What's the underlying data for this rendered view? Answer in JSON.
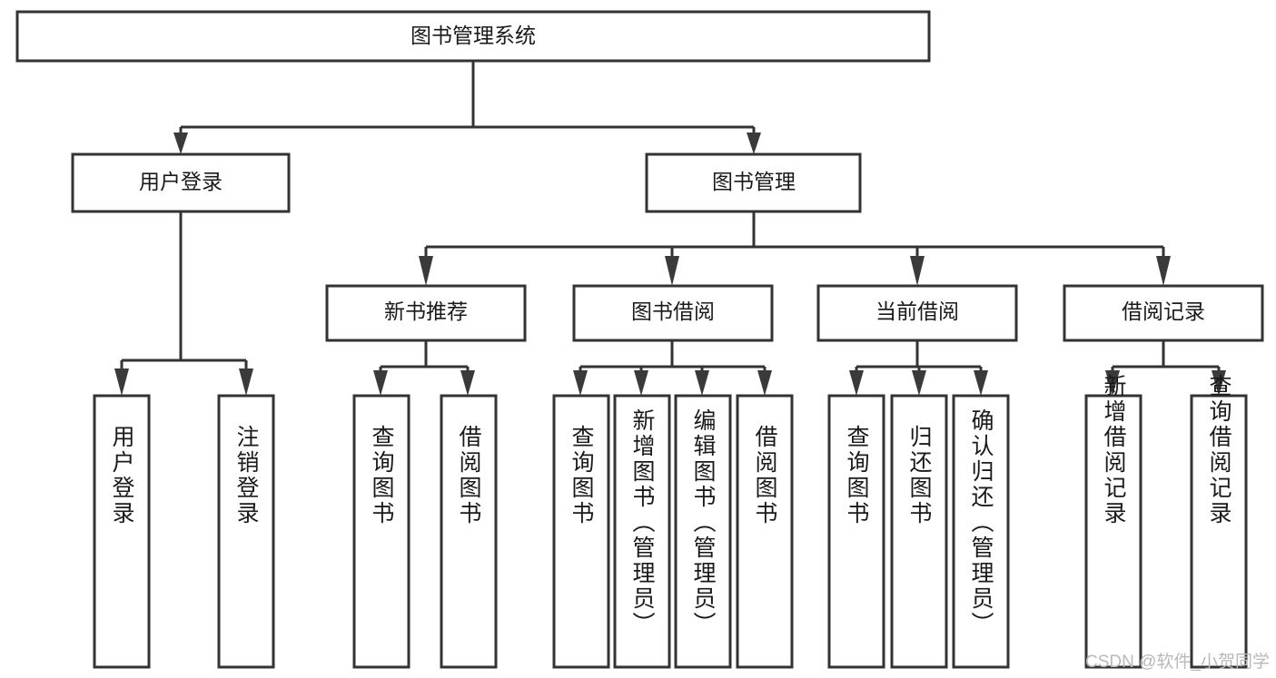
{
  "diagram": {
    "type": "tree-hierarchy-chart",
    "orientation": "top-down",
    "title": "图书管理系统",
    "nodes": {
      "root": {
        "label": "图书管理系统",
        "level": 1,
        "text_direction": "horizontal"
      },
      "l2": [
        {
          "id": "user-login",
          "label": "用户登录",
          "level": 2,
          "text_direction": "horizontal"
        },
        {
          "id": "book-management",
          "label": "图书管理",
          "level": 2,
          "text_direction": "horizontal"
        }
      ],
      "l3": [
        {
          "id": "new-book-recommend",
          "label": "新书推荐",
          "level": 3,
          "text_direction": "horizontal"
        },
        {
          "id": "book-borrow",
          "label": "图书借阅",
          "level": 3,
          "text_direction": "horizontal"
        },
        {
          "id": "current-borrow",
          "label": "当前借阅",
          "level": 3,
          "text_direction": "horizontal"
        },
        {
          "id": "borrow-record",
          "label": "借阅记录",
          "level": 3,
          "text_direction": "horizontal"
        }
      ],
      "leaves": {
        "user-login": [
          {
            "id": "leaf-user-login",
            "label": "用户登录"
          },
          {
            "id": "leaf-logout-login",
            "label": "注销登录"
          }
        ],
        "new-book-recommend": [
          {
            "id": "leaf-query-book-1",
            "label": "查询图书"
          },
          {
            "id": "leaf-borrow-book-1",
            "label": "借阅图书"
          }
        ],
        "book-borrow": [
          {
            "id": "leaf-query-book-2",
            "label": "查询图书"
          },
          {
            "id": "leaf-add-book-admin",
            "label": "新增图书（管理员）"
          },
          {
            "id": "leaf-edit-book-admin",
            "label": "编辑图书（管理员）"
          },
          {
            "id": "leaf-borrow-book-2",
            "label": "借阅图书"
          }
        ],
        "current-borrow": [
          {
            "id": "leaf-query-book-3",
            "label": "查询图书"
          },
          {
            "id": "leaf-return-book",
            "label": "归还图书"
          },
          {
            "id": "leaf-confirm-return-admin",
            "label": "确认归还（管理员）"
          }
        ],
        "borrow-record": [
          {
            "id": "leaf-add-borrow-record",
            "label": "新增借阅记录"
          },
          {
            "id": "leaf-query-borrow-record",
            "label": "查询借阅记录"
          }
        ]
      }
    },
    "colors": {
      "box_stroke": "#333333",
      "box_fill": "#ffffff",
      "connector": "#333333",
      "text": "#1a1a1a",
      "background": "#ffffff",
      "watermark": "#b9b9b9"
    }
  },
  "watermark": {
    "text": "CSDN @软件_小贺同学"
  }
}
